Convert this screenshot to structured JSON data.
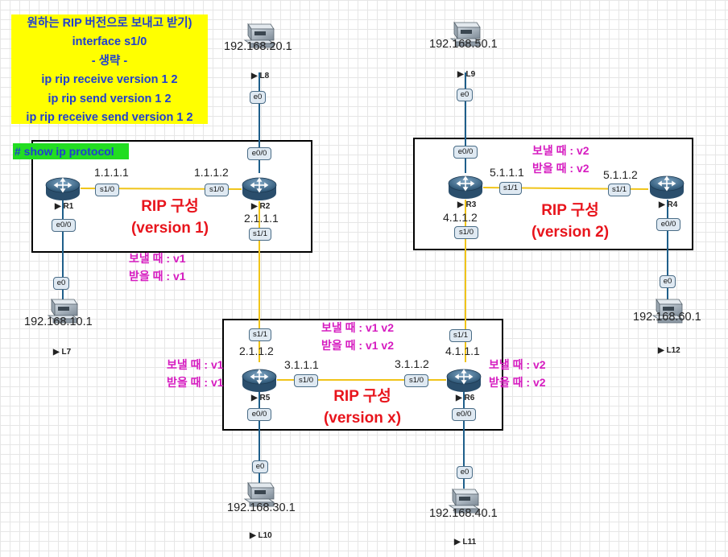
{
  "note": {
    "lines": [
      "원하는 RIP 버전으로 보내고 받기)",
      "interface s1/0",
      "- 생략 -",
      "ip rip receive version 1 2",
      "ip rip send version 1 2",
      "ip rip receive send version 1 2"
    ]
  },
  "command": "# show ip protocol",
  "routers": {
    "r1": "R1",
    "r2": "R2",
    "r3": "R3",
    "r4": "R4",
    "r5": "R5",
    "r6": "R6"
  },
  "hosts": {
    "l7": {
      "name": "L7",
      "ip": "192.168.10.1"
    },
    "l8": {
      "name": "L8",
      "ip": "192.168.20.1"
    },
    "l9": {
      "name": "L9",
      "ip": "192.168.50.1"
    },
    "l10": {
      "name": "L10",
      "ip": "192.168.30.1"
    },
    "l11": {
      "name": "L11",
      "ip": "192.168.40.1"
    },
    "l12": {
      "name": "L12",
      "ip": "192.168.60.1"
    }
  },
  "interfaces": {
    "s10": "s1/0",
    "s11": "s1/1",
    "e00": "e0/0",
    "e0": "e0"
  },
  "addresses": {
    "r1_s10": "1.1.1.1",
    "r2_s10": "1.1.1.2",
    "r2_s11": "2.1.1.1",
    "r3_s11": "5.1.1.1",
    "r4_s11": "5.1.1.2",
    "r3_s10": "4.1.1.2",
    "r5_s11": "2.1.1.2",
    "r5_s10": "3.1.1.1",
    "r6_s10": "3.1.1.2",
    "r6_s11": "4.1.1.1"
  },
  "groups": {
    "g1": {
      "title": "RIP 구성",
      "version": "(version 1)"
    },
    "g2": {
      "title": "RIP 구성",
      "version": "(version 2)"
    },
    "gx": {
      "title": "RIP 구성",
      "version": "(version x)"
    }
  },
  "policies": {
    "v1_send": "보낼 때 : v1",
    "v1_recv": "받을 때 : v1",
    "v2_send": "보낼 때 : v2",
    "v2_recv": "받을 때 : v2",
    "v12_send": "보낼 때 : v1 v2",
    "v12_recv": "받을 때 : v1 v2"
  },
  "colors": {
    "note_bg": "#ffff00",
    "note_text": "#1f3fd0",
    "command_bg": "#22dd22",
    "serial_link": "#f0c419",
    "ethernet_link": "#1f5f8b",
    "policy_text": "#d61cc0",
    "group_title": "#e8141c"
  }
}
